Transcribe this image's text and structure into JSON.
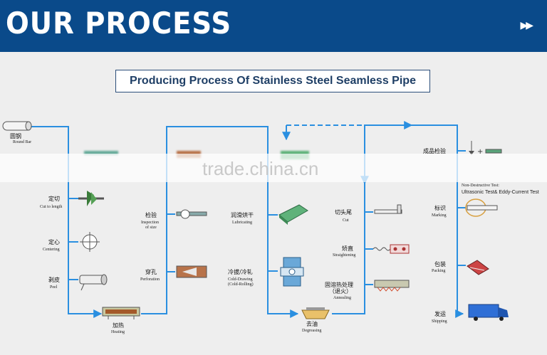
{
  "header": {
    "title": "OUR PROCESS",
    "next_icon": "double-chevron-right-icon"
  },
  "diagram": {
    "title": "Producing Process Of Stainless Steel Seamless Pipe"
  },
  "watermark": "trade.china.cn",
  "steps": {
    "round_bar": {
      "zh": "圆钢",
      "en": "Round Bar"
    },
    "cut_to_length": {
      "zh": "定切",
      "en": "Cut to length"
    },
    "centering": {
      "zh": "定心",
      "en": "Centering"
    },
    "peel": {
      "zh": "剥皮",
      "en": "Peel"
    },
    "heating": {
      "zh": "加热",
      "en": "Heating"
    },
    "inspection_of_size": {
      "zh": "检验",
      "en1": "Inspection",
      "en2": "of size"
    },
    "perforation": {
      "zh": "穿孔",
      "en": "Perforation"
    },
    "lubricating": {
      "zh": "润滑烘干",
      "en": "Lubricating"
    },
    "cold_drawing": {
      "zh": "冷拔/冷轧",
      "en1": "Cold-Drawing",
      "en2": "(Cold-Rolling)"
    },
    "degreasing": {
      "zh": "去油",
      "en": "Degreasing"
    },
    "cut": {
      "zh": "切头尾",
      "en": "Cut"
    },
    "straightening": {
      "zh": "矫直",
      "en": "Straightening"
    },
    "annealing": {
      "zh1": "固溶热处理",
      "zh2": "（退火）",
      "en": "Annealing"
    },
    "finished_inspection": {
      "zh": "成品检验"
    },
    "tests": {
      "line1": "Non-Destructive Test:",
      "line2": "Ultrasonic Test& Eddy-Current Test"
    },
    "marking": {
      "zh": "标识",
      "en": "Marking"
    },
    "packing": {
      "zh": "包装",
      "en": "Packing"
    },
    "shipping": {
      "zh": "发运",
      "en": "Shipping"
    }
  },
  "colors": {
    "header": "#0a4a8a",
    "flow_line": "#2a8fe0",
    "title_text": "#1f3f66"
  }
}
